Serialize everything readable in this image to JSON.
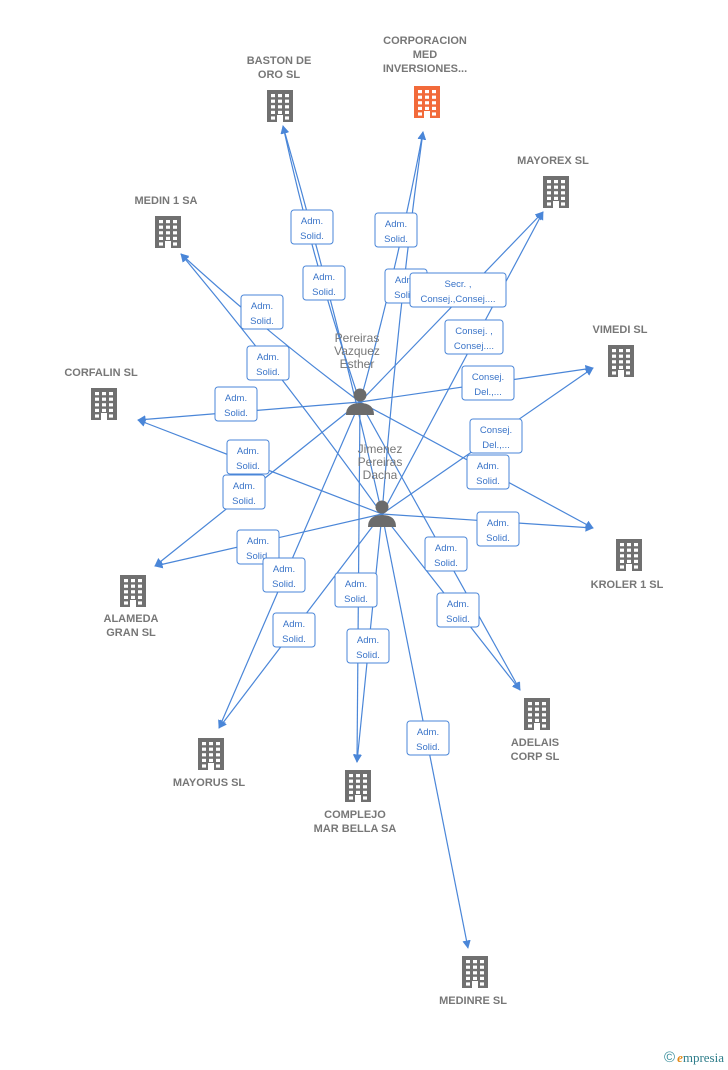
{
  "colors": {
    "edge": "#4a86d8",
    "company": "#707070",
    "company_highlight": "#f26a3a",
    "person": "#6b6b6b",
    "label": "#777777",
    "rel_text": "#3a74c8"
  },
  "icons": {
    "company": "building-icon",
    "person": "person-icon"
  },
  "persons": [
    {
      "id": "p1",
      "lines": [
        "Pereiras",
        "Vazquez",
        "Esther"
      ]
    },
    {
      "id": "p2",
      "lines": [
        "Jimenez",
        "Pereiras",
        "Dacha"
      ]
    }
  ],
  "companies": [
    {
      "id": "baston",
      "lines": [
        "BASTON DE",
        "ORO  SL"
      ],
      "highlight": false
    },
    {
      "id": "corporacion",
      "lines": [
        "CORPORACION",
        "MED",
        "INVERSIONES..."
      ],
      "highlight": true
    },
    {
      "id": "mayorex",
      "lines": [
        "MAYOREX SL"
      ],
      "highlight": false
    },
    {
      "id": "medin",
      "lines": [
        "MEDIN 1 SA"
      ],
      "highlight": false
    },
    {
      "id": "vimedi",
      "lines": [
        "VIMEDI  SL"
      ],
      "highlight": false
    },
    {
      "id": "corfalin",
      "lines": [
        "CORFALIN SL"
      ],
      "highlight": false
    },
    {
      "id": "kroler",
      "lines": [
        "KROLER 1  SL"
      ],
      "highlight": false
    },
    {
      "id": "alameda",
      "lines": [
        "ALAMEDA",
        "GRAN SL"
      ],
      "highlight": false
    },
    {
      "id": "adelais",
      "lines": [
        "ADELAIS",
        "CORP SL"
      ],
      "highlight": false
    },
    {
      "id": "mayorus",
      "lines": [
        "MAYORUS SL"
      ],
      "highlight": false
    },
    {
      "id": "complejo",
      "lines": [
        "COMPLEJO",
        "MAR BELLA SA"
      ],
      "highlight": false
    },
    {
      "id": "medinre",
      "lines": [
        "MEDINRE SL"
      ],
      "highlight": false
    }
  ],
  "relations": [
    {
      "from": "p1",
      "to": "baston",
      "lines": [
        "Adm.",
        "Solid."
      ]
    },
    {
      "from": "p2",
      "to": "baston",
      "lines": [
        "Adm.",
        "Solid."
      ]
    },
    {
      "from": "p1",
      "to": "corporacion",
      "lines": [
        "Adm.",
        "Solid."
      ]
    },
    {
      "from": "p2",
      "to": "corporacion",
      "lines": [
        "Adm.",
        "Solid."
      ]
    },
    {
      "from": "p1",
      "to": "mayorex",
      "lines": [
        "Secr. ,",
        "Consej.,Consej...."
      ]
    },
    {
      "from": "p2",
      "to": "mayorex",
      "lines": [
        "Consej. ,",
        "Consej...."
      ]
    },
    {
      "from": "p1",
      "to": "medin",
      "lines": [
        "Adm.",
        "Solid."
      ]
    },
    {
      "from": "p2",
      "to": "medin",
      "lines": [
        "Adm.",
        "Solid."
      ]
    },
    {
      "from": "p1",
      "to": "vimedi",
      "lines": [
        "Consej.",
        "Del.,..."
      ]
    },
    {
      "from": "p2",
      "to": "vimedi",
      "lines": [
        "Consej.",
        "Del.,..."
      ]
    },
    {
      "from": "p1",
      "to": "corfalin",
      "lines": [
        "Adm.",
        "Solid."
      ]
    },
    {
      "from": "p2",
      "to": "corfalin",
      "lines": [
        "Adm.",
        "Solid."
      ]
    },
    {
      "from": "p1",
      "to": "kroler",
      "lines": [
        "Adm.",
        "Solid."
      ]
    },
    {
      "from": "p2",
      "to": "kroler",
      "lines": [
        "Adm.",
        "Solid."
      ]
    },
    {
      "from": "p1",
      "to": "alameda",
      "lines": [
        "Adm.",
        "Solid."
      ]
    },
    {
      "from": "p2",
      "to": "alameda",
      "lines": [
        "Adm.",
        "Solid."
      ]
    },
    {
      "from": "p1",
      "to": "adelais",
      "lines": [
        "Adm.",
        "Solid."
      ]
    },
    {
      "from": "p2",
      "to": "adelais",
      "lines": [
        "Adm.",
        "Solid."
      ]
    },
    {
      "from": "p1",
      "to": "mayorus",
      "lines": [
        "Adm.",
        "Solid."
      ]
    },
    {
      "from": "p2",
      "to": "mayorus",
      "lines": [
        "Adm.",
        "Solid."
      ]
    },
    {
      "from": "p1",
      "to": "complejo",
      "lines": [
        "Adm.",
        "Solid."
      ]
    },
    {
      "from": "p2",
      "to": "complejo",
      "lines": [
        "Adm.",
        "Solid."
      ]
    },
    {
      "from": "p2",
      "to": "medinre",
      "lines": [
        "Adm.",
        "Solid."
      ]
    }
  ],
  "brand": {
    "copyright": "©",
    "first_letter": "e",
    "rest": "mpresia"
  }
}
